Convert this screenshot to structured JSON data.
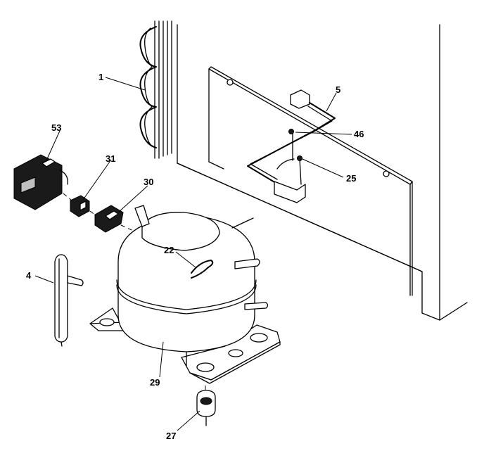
{
  "diagram": {
    "labels": {
      "condenser": "1",
      "wiring_harness": "5",
      "relay": "53",
      "overload": "31",
      "cover": "30",
      "screw": "46",
      "thermostat_wire": "25",
      "filter_drier": "4",
      "grommet_wire": "22",
      "compressor": "29",
      "grommet": "27"
    }
  }
}
